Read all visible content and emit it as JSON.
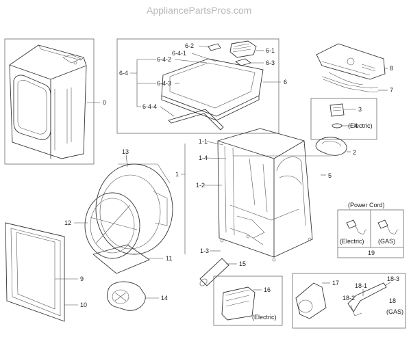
{
  "watermark": "AppliancePartsPros.com",
  "labels": {
    "p0": "0",
    "p6_1": "6-1",
    "p6_2": "6-2",
    "p6_3": "6-3",
    "p6_4": "6-4",
    "p6_4_1": "6-4-1",
    "p6_4_2": "6-4-2",
    "p6_4_3": "6-4-3",
    "p6_4_4": "6-4-4",
    "p6": "6",
    "p8": "8",
    "p7": "7",
    "p3": "3",
    "p4": "4",
    "electric_upper": "(Electric)",
    "p2": "2",
    "p5": "5",
    "p1": "1",
    "p1_1": "1-1",
    "p1_2": "1-2",
    "p1_3": "1-3",
    "p1_4": "1-4",
    "p13": "13",
    "p12": "12",
    "p11": "11",
    "p9": "9",
    "p10": "10",
    "p14": "14",
    "p15": "15",
    "p16": "16",
    "electric_lower": "(Electric)",
    "p17": "17",
    "p18": "18",
    "p18_1": "18-1",
    "p18_2": "18-2",
    "p18_3": "18-3",
    "gas_lower": "(GAS)",
    "power_cord": "(Power Cord)",
    "cord_electric": "(Electric)",
    "cord_gas": "(GAS)",
    "p19": "19"
  }
}
